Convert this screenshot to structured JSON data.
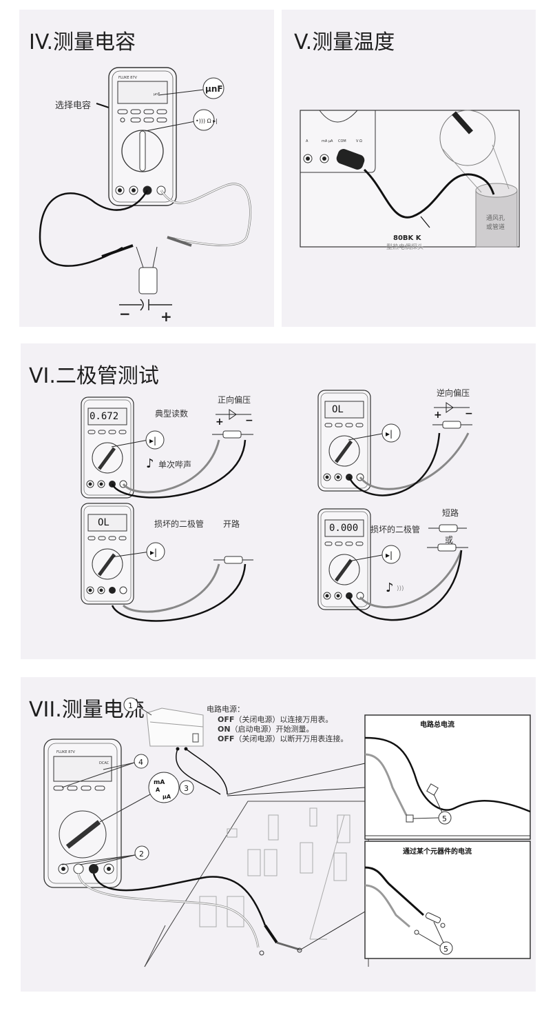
{
  "sections": {
    "capacitance": {
      "title": "IV.测量电容",
      "select_label": "选择电容",
      "display_unit": "μnF",
      "callout_unit": "μnF",
      "callout_function": "•))) Ω ▸|",
      "brand": "FLUKE 87V",
      "symbol_minus": "−",
      "symbol_plus": "+"
    },
    "temperature": {
      "title": "V.测量温度",
      "probe_model": "80BK K",
      "probe_desc": "型热电偶探头",
      "duct_line1": "通风孔",
      "duct_line2": "或管道",
      "jacks": [
        "A",
        "mA μA",
        "COM",
        "V Ω"
      ]
    },
    "diode": {
      "title": "VI.二极管测试",
      "cases": [
        {
          "reading": "0.672",
          "label": "典型读数",
          "bias": "正向偏压",
          "sound": "单次哔声",
          "plus": "+",
          "minus": "−"
        },
        {
          "reading": "OL",
          "bias": "逆向偏压",
          "plus": "+",
          "minus": "−"
        },
        {
          "reading": "OL",
          "label": "损坏的二极管",
          "condition": "开路"
        },
        {
          "reading": "0.000",
          "label": "损坏的二极管",
          "condition": "短路",
          "or": "或"
        }
      ],
      "callout_symbol": "▸|"
    },
    "current": {
      "title": "VII.测量电流",
      "power_heading": "电路电源：",
      "steps": [
        {
          "bold": "OFF",
          "text": "（关闭电源）以连接万用表。"
        },
        {
          "bold": "ON",
          "text": "（启动电源）开始测量。"
        },
        {
          "bold": "OFF",
          "text": "（关闭电源）以断开万用表连接。"
        }
      ],
      "display_text": "DCAC",
      "callouts": [
        "1",
        "2",
        "3",
        "4",
        "5"
      ],
      "range_callout": {
        "line1": "mA",
        "line2": "A",
        "line3": "μA"
      },
      "box_total": "电路总电流",
      "box_component": "通过某个元器件的电流",
      "brand": "FLUKE 87V"
    }
  }
}
